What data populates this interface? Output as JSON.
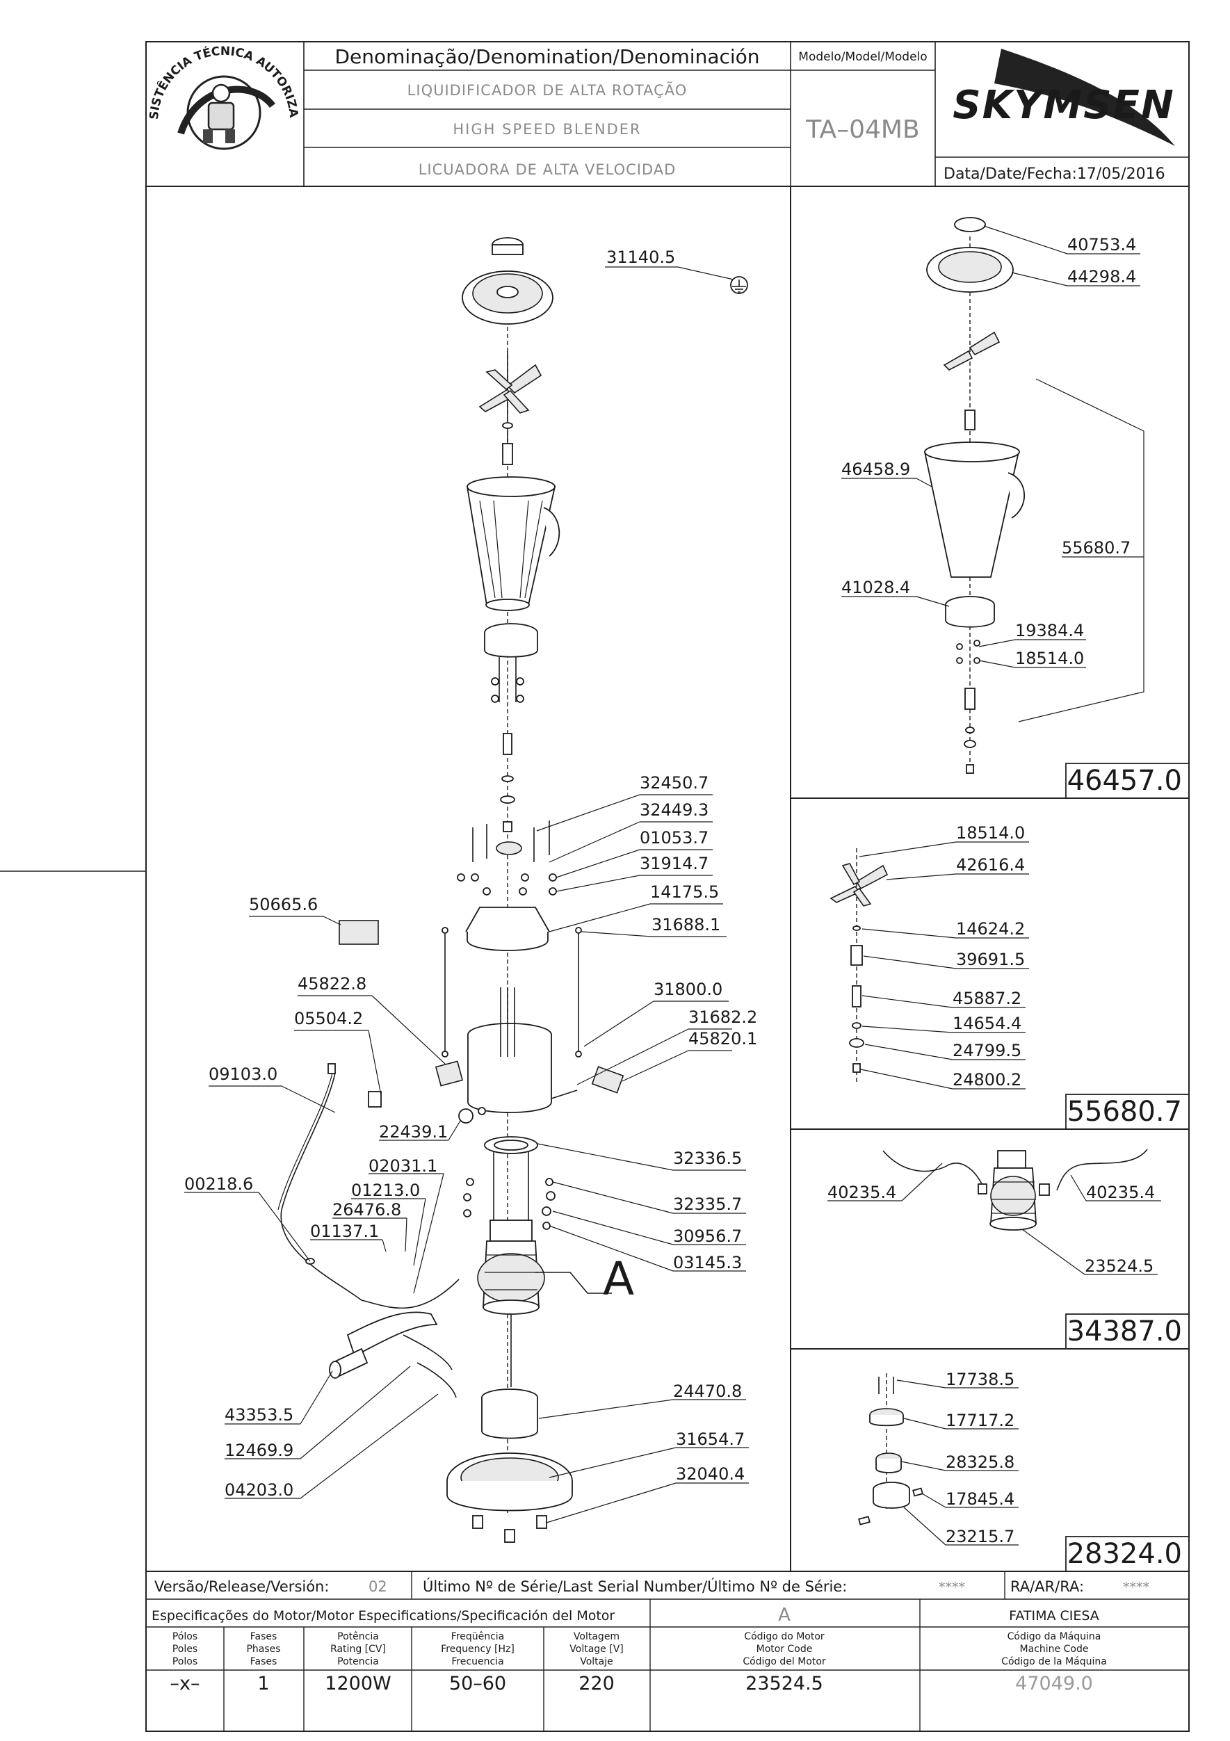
{
  "header": {
    "seal_text": "ASSISTÊNCIA TÉCNICA AUTORIZADA",
    "denomination_label": "Denominação/Denomination/Denominación",
    "name_pt": "LIQUIDIFICADOR DE ALTA ROTAÇÃO",
    "name_en": "HIGH SPEED BLENDER",
    "name_es": "LICUADORA DE ALTA VELOCIDAD",
    "model_label": "Modelo/Model/Modelo",
    "model_value": "TA–04MB",
    "brand": "SKYMSEN",
    "date_label": "Data/Date/Fecha:",
    "date_value": "17/05/2016"
  },
  "main_labels": {
    "p31140": "31140.5",
    "p32450": "32450.7",
    "p32449": "32449.3",
    "p01053": "01053.7",
    "p31914": "31914.7",
    "p14175": "14175.5",
    "p31688": "31688.1",
    "p50665": "50665.6",
    "p45822": "45822.8",
    "p05504": "05504.2",
    "p31800": "31800.0",
    "p31682": "31682.2",
    "p45820": "45820.1",
    "p09103": "09103.0",
    "p22439": "22439.1",
    "p32336": "32336.5",
    "p02031": "02031.1",
    "p00218": "00218.6",
    "p01213": "01213.0",
    "p26476": "26476.8",
    "p01137": "01137.1",
    "p32335": "32335.7",
    "p30956": "30956.7",
    "p03145": "03145.3",
    "motor_letter": "A",
    "p24470": "24470.8",
    "p43353": "43353.5",
    "p31654": "31654.7",
    "p32040": "32040.4",
    "p12469": "12469.9",
    "p04203": "04203.0"
  },
  "assembly_cup": {
    "code": "46457.0",
    "labels": {
      "p40753": "40753.4",
      "p44298": "44298.4",
      "p46458": "46458.9",
      "p55680": "55680.7",
      "p41028": "41028.4",
      "p19384": "19384.4",
      "p18514": "18514.0"
    }
  },
  "assembly_blade": {
    "code": "55680.7",
    "labels": {
      "p18514": "18514.0",
      "p42616": "42616.4",
      "p14624": "14624.2",
      "p39691": "39691.5",
      "p45887": "45887.2",
      "p14654": "14654.4",
      "p24799": "24799.5",
      "p24800": "24800.2"
    }
  },
  "assembly_motor": {
    "code": "34387.0",
    "labels": {
      "p40235a": "40235.4",
      "p40235b": "40235.4",
      "p23524": "23524.5"
    }
  },
  "assembly_coupling": {
    "code": "28324.0",
    "labels": {
      "p17738": "17738.5",
      "p17717": "17717.2",
      "p28325": "28325.8",
      "p17845": "17845.4",
      "p23215": "23215.7"
    }
  },
  "footer": {
    "release_label": "Versão/Release/Versión:",
    "release_value": "02",
    "serial_label": "Último Nº de Série/Last Serial Number/Último Nº de Série:",
    "serial_value": "****",
    "ra_label": "RA/AR/RA:",
    "ra_value": "****",
    "motor_spec_label": "Especificações do Motor/Motor Especifications/Specificación del Motor",
    "motor_letter": "A",
    "author": "FATIMA CIESA",
    "col_poles": [
      "Pólos",
      "Poles",
      "Polos"
    ],
    "col_phases": [
      "Fases",
      "Phases",
      "Fases"
    ],
    "col_power": [
      "Potência",
      "Rating [CV]",
      "Potencia"
    ],
    "col_freq": [
      "Freqüência",
      "Frequency [Hz]",
      "Frecuencia"
    ],
    "col_voltage": [
      "Voltagem",
      "Voltage [V]",
      "Voltaje"
    ],
    "col_motor_code": [
      "Código do Motor",
      "Motor Code",
      "Código del Motor"
    ],
    "col_machine_code": [
      "Código da Máquina",
      "Machine Code",
      "Código de la Máquina"
    ],
    "val_poles": "–x–",
    "val_phases": "1",
    "val_power": "1200W",
    "val_freq": "50–60",
    "val_voltage": "220",
    "val_motor_code": "23524.5",
    "val_machine_code": "47049.0"
  }
}
